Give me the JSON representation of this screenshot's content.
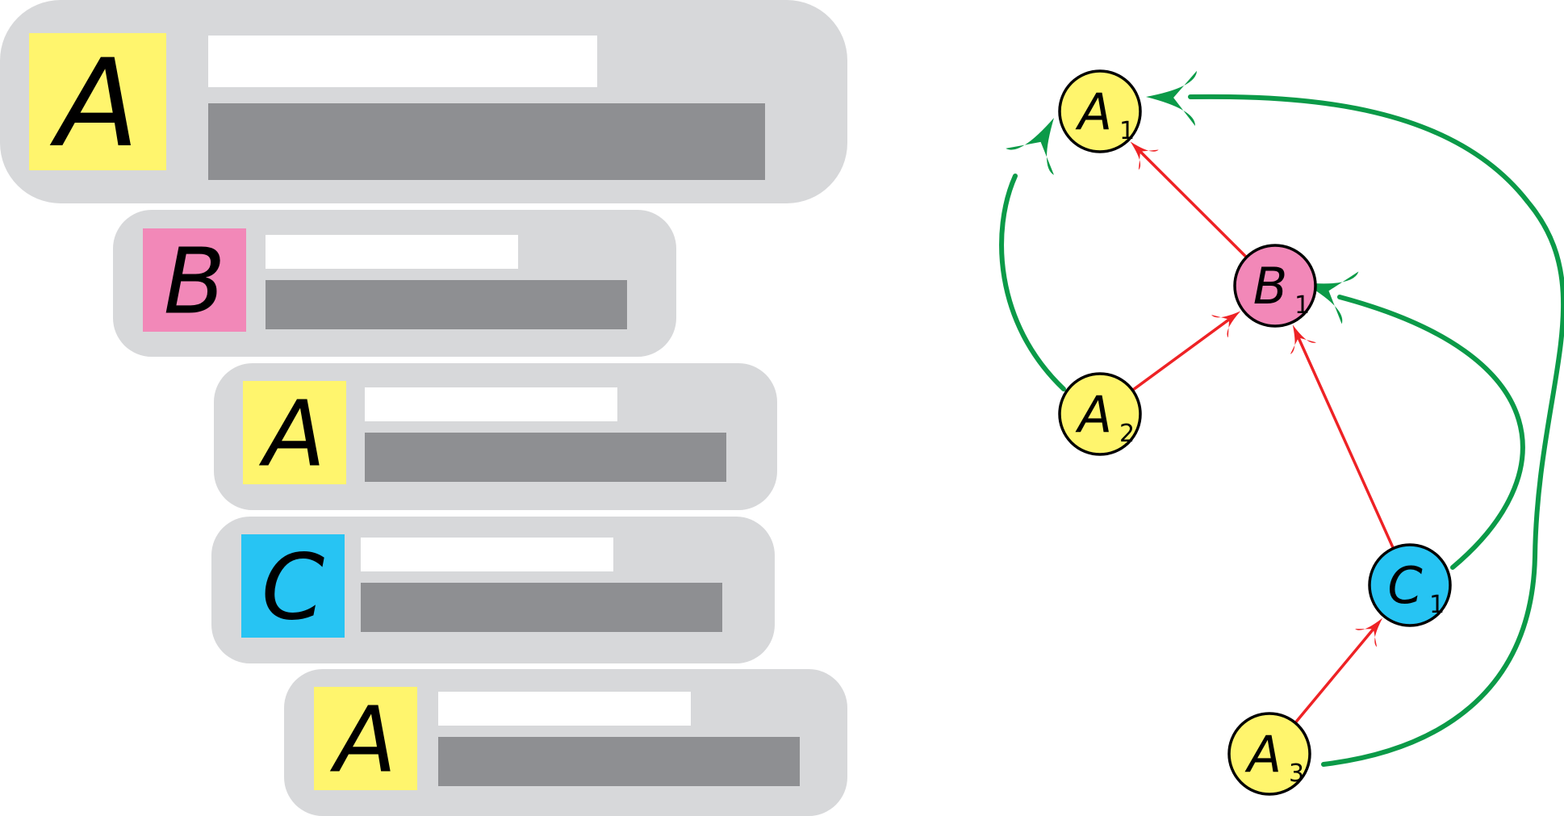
{
  "cards": [
    {
      "letter": "A",
      "color": "#fff56d"
    },
    {
      "letter": "B",
      "color": "#f288b8"
    },
    {
      "letter": "A",
      "color": "#fff56d"
    },
    {
      "letter": "C",
      "color": "#27c4f3"
    },
    {
      "letter": "A",
      "color": "#fff56d"
    }
  ],
  "graph": {
    "nodes": [
      {
        "id": "A1",
        "letter": "A",
        "sub": "1",
        "color": "#fff56d"
      },
      {
        "id": "B1",
        "letter": "B",
        "sub": "1",
        "color": "#f288b8"
      },
      {
        "id": "A2",
        "letter": "A",
        "sub": "2",
        "color": "#fff56d"
      },
      {
        "id": "C1",
        "letter": "C",
        "sub": "1",
        "color": "#27c4f3"
      },
      {
        "id": "A3",
        "letter": "A",
        "sub": "3",
        "color": "#fff56d"
      }
    ],
    "red_edges": [
      {
        "from": "B1",
        "to": "A1"
      },
      {
        "from": "A2",
        "to": "B1"
      },
      {
        "from": "C1",
        "to": "B1"
      },
      {
        "from": "A3",
        "to": "C1"
      }
    ],
    "green_edges": [
      {
        "from": "A2",
        "to": "A1"
      },
      {
        "from": "C1",
        "to": "B1"
      },
      {
        "from": "A3",
        "to": "A1"
      }
    ]
  },
  "colors": {
    "card_bg": "#d7d8da",
    "bar_white": "#ffffff",
    "bar_gray": "#8e8f92",
    "edge_red": "#ee2225",
    "edge_green": "#0b9a48"
  }
}
